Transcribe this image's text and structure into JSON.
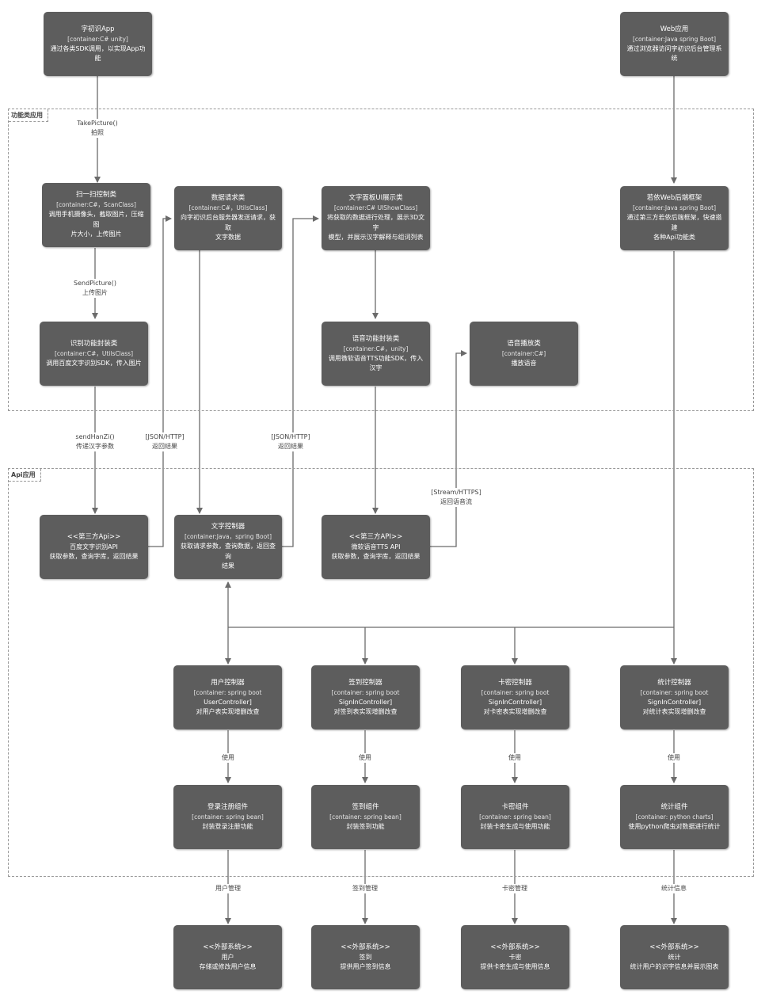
{
  "boundaries": {
    "functional": "功能类应用",
    "api": "Api应用"
  },
  "nodes": {
    "app": {
      "title": "字初识App",
      "container": "[container:C# unity]",
      "desc": [
        "通过各类SDK调用，以实现App功能"
      ]
    },
    "webapp": {
      "title": "Web应用",
      "container": "[container:Java spring Boot]",
      "desc": [
        "通过浏览器访问字初识后台管理系统"
      ]
    },
    "scan": {
      "title": "扫一扫控制类",
      "container": "[container:C#，ScanClass]",
      "desc": [
        "调用手机摄像头，截取图片，压缩图",
        "片大小，上传图片"
      ]
    },
    "datareq": {
      "title": "数据请求类",
      "container": "[container:C#，UtilsClass]",
      "desc": [
        "向字初识后台服务器发送请求，获取",
        "文字数据"
      ]
    },
    "textui": {
      "title": "文字面板UI展示类",
      "container": "[container:C# UIShowClass]",
      "desc": [
        "将获取的数据进行处理，展示3D文字",
        "模型，并展示汉字解释与组词列表"
      ]
    },
    "webframe": {
      "title": "若依Web后端框架",
      "container": "[container:Java spring Boot]",
      "desc": [
        "通过第三方若依后端框架，快速搭建",
        "各种Api功能类"
      ]
    },
    "recog": {
      "title": "识别功能封装类",
      "container": "[container:C#，UtilsClass]",
      "desc": [
        "调用百度文字识别SDK，传入图片"
      ]
    },
    "voice": {
      "title": "语音功能封装类",
      "container": "[container:C#，unity]",
      "desc": [
        "调用微软语音TTS功能SDK，传入汉字"
      ]
    },
    "play": {
      "title": "语音播放类",
      "container": "[container:C#]",
      "desc": [
        "播放语音"
      ]
    },
    "baidu": {
      "title": "<<第三方Api>>",
      "container": "",
      "desc": [
        "百度文字识别API",
        "获取参数，查询字库，返回结果"
      ]
    },
    "textctrl": {
      "title": "文字控制器",
      "container": "[container:Java，spring Boot]",
      "desc": [
        "获取请求参数，查询数据，返回查询",
        "结果"
      ]
    },
    "ms": {
      "title": "<<第三方API>>",
      "container": "",
      "desc": [
        "微软语音TTS API",
        "获取参数，查询字库，返回结果"
      ]
    },
    "userctrl": {
      "title": "用户控制器",
      "container": "[container: spring boot",
      "desc": [
        "UserController]",
        "对用户表实现增删改查"
      ]
    },
    "signctrl": {
      "title": "签到控制器",
      "container": "[container: spring boot",
      "desc": [
        "SignInController]",
        "对签到表实现增删改查"
      ]
    },
    "cardctrl": {
      "title": "卡密控制器",
      "container": "[container: spring boot",
      "desc": [
        "SignInController]",
        "对卡密表实现增删改查"
      ]
    },
    "statctrl": {
      "title": "统计控制器",
      "container": "[container: spring boot",
      "desc": [
        "SignInController]",
        "对统计表实现增删改查"
      ]
    },
    "logincomp": {
      "title": "登录注册组件",
      "container": "[container: spring bean]",
      "desc": [
        "封装登录注册功能"
      ]
    },
    "signcomp": {
      "title": "签到组件",
      "container": "[container: spring bean]",
      "desc": [
        "封装签到功能"
      ]
    },
    "cardcomp": {
      "title": "卡密组件",
      "container": "[container: spring bean]",
      "desc": [
        "封装卡密生成与使用功能"
      ]
    },
    "statcomp": {
      "title": "统计组件",
      "container": "[container: python charts]",
      "desc": [
        "使用python爬虫对数据进行统计"
      ]
    },
    "extuser": {
      "title": "<<外部系统>>",
      "container": "",
      "desc": [
        "用户",
        "存储或修改用户信息"
      ]
    },
    "extsign": {
      "title": "<<外部系统>>",
      "container": "",
      "desc": [
        "签到",
        "提供用户签到信息"
      ]
    },
    "extcard": {
      "title": "<<外部系统>>",
      "container": "",
      "desc": [
        "卡密",
        "提供卡密生成与使用信息"
      ]
    },
    "extstat": {
      "title": "<<外部系统>>",
      "container": "",
      "desc": [
        "统计",
        "统计用户的识字信息并展示图表"
      ]
    }
  },
  "labels": {
    "takepicture": [
      "TakePicture()",
      "拍照"
    ],
    "sendpicture": [
      "SendPicture()",
      "上传图片"
    ],
    "sendhanzi": [
      "sendHanZi()",
      "传递汉字参数"
    ],
    "json1": [
      "[JSON/HTTP]",
      "返回结果"
    ],
    "json2": [
      "[JSON/HTTP]",
      "返回结果"
    ],
    "stream": [
      "[Stream/HTTPS]",
      "返回语音流"
    ],
    "use1": [
      "使用"
    ],
    "use2": [
      "使用"
    ],
    "use3": [
      "使用"
    ],
    "use4": [
      "使用"
    ],
    "mgmt1": [
      "用户管理"
    ],
    "mgmt2": [
      "签到管理"
    ],
    "mgmt3": [
      "卡密管理"
    ],
    "mgmt4": [
      "统计信息"
    ]
  },
  "colors": {
    "node": "#5d5d5d",
    "line": "#6b6b6b",
    "boundary": "#999999"
  }
}
